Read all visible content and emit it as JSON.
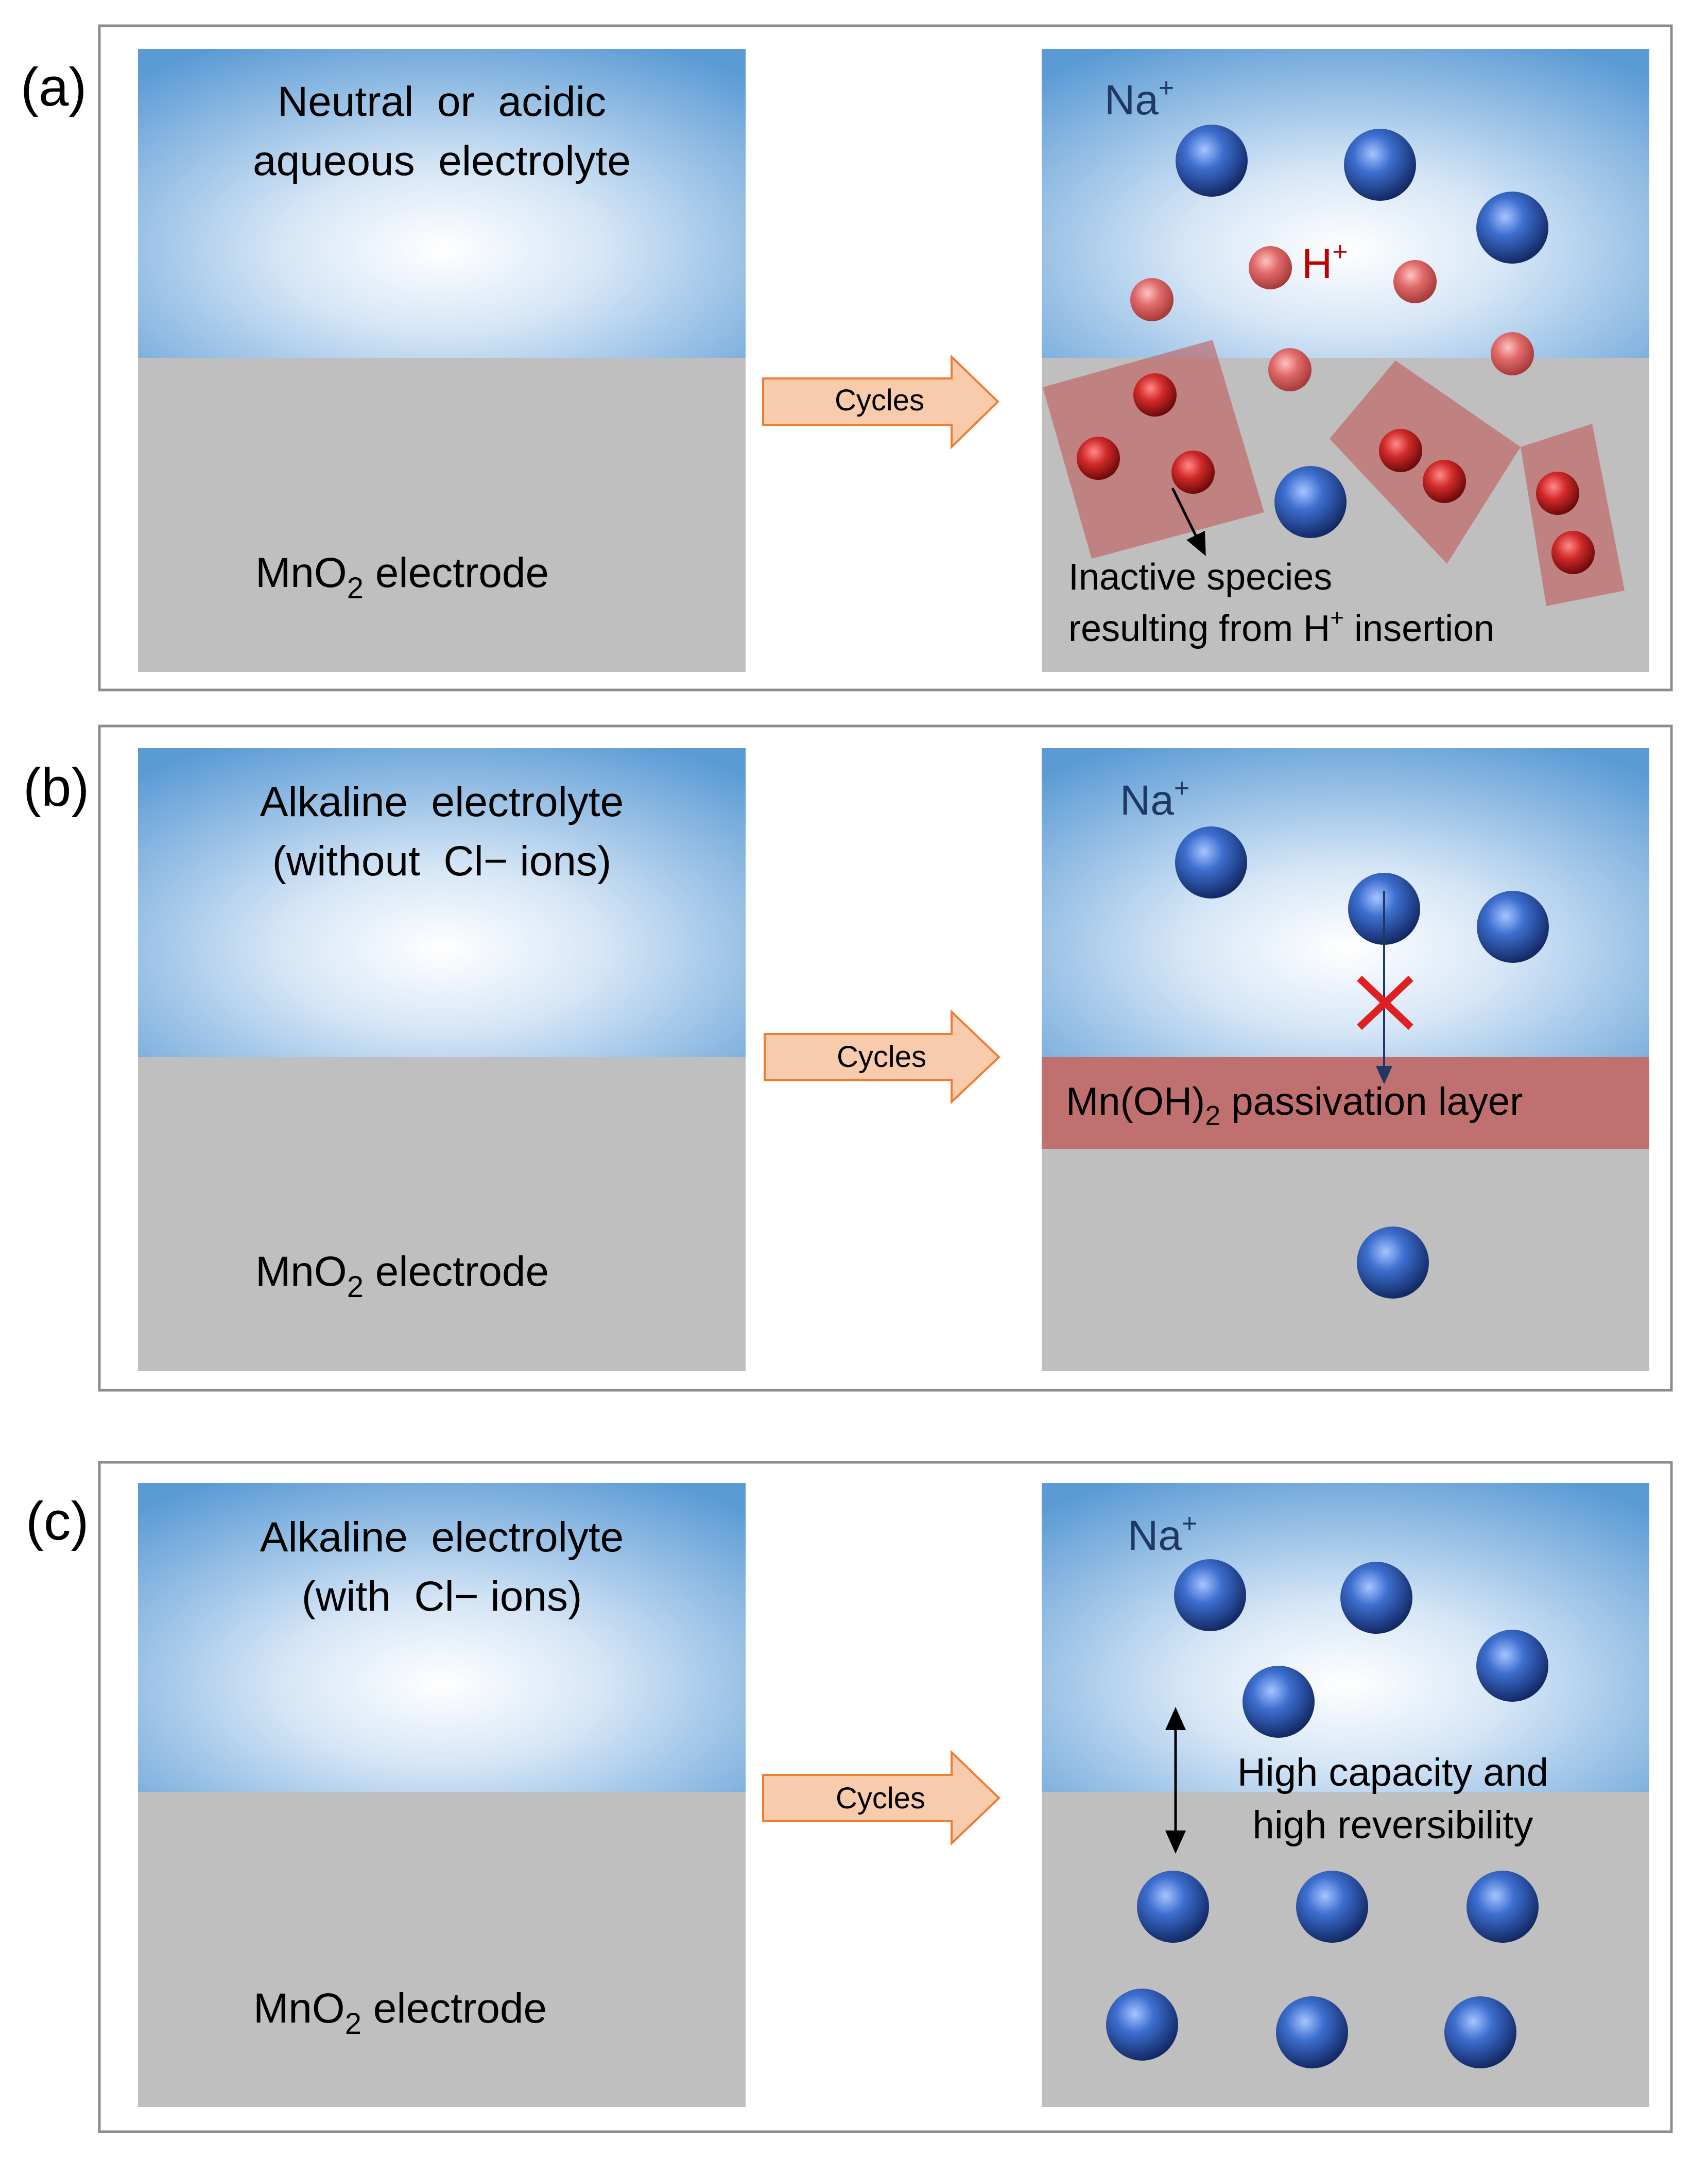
{
  "panels": [
    {
      "letter": "(a)",
      "left_top": [
        "Neutral  or  acidic",
        "aqueous  electrolyte"
      ],
      "left_bottom": {
        "main": "MnO",
        "sub": "2",
        "rest": " electrode"
      },
      "arrow_label": "Cycles",
      "na_label": {
        "main": "Na",
        "sup": "+"
      },
      "h_label": {
        "main": "H",
        "sup": "+"
      },
      "annotation": {
        "line1": "Inactive species",
        "line2_pre": "resulting from H",
        "line2_sup": "+",
        "line2_post": " insertion"
      }
    },
    {
      "letter": "(b)",
      "left_top": [
        "Alkaline  electrolyte",
        "(without  Cl− ions)"
      ],
      "left_bottom": {
        "main": "MnO",
        "sub": "2",
        "rest": " electrode"
      },
      "arrow_label": "Cycles",
      "na_label": {
        "main": "Na",
        "sup": "+"
      },
      "layer_label": {
        "pre": "Mn(OH)",
        "sub": "2",
        "post": " passivation layer"
      }
    },
    {
      "letter": "(c)",
      "left_top": [
        "Alkaline  electrolyte",
        "(with  Cl− ions)"
      ],
      "left_bottom": {
        "main": "MnO",
        "sub": "2",
        "rest": " electrode"
      },
      "arrow_label": "Cycles",
      "na_label": {
        "main": "Na",
        "sup": "+"
      },
      "annotation": {
        "line1": "High capacity and",
        "line2": "high reversibility"
      }
    }
  ],
  "colors": {
    "electrolyte_edge": "#5b9bd5",
    "electrolyte_center": "#ffffff",
    "electrode": "#bfbfbf",
    "na_ion": "#2f5bb7",
    "h_ion": "#c0282e",
    "inactive_box": "#c0504d",
    "na_text": "#1f3864",
    "h_text": "#c00000",
    "arrow_fill": "#f8cbad",
    "arrow_stroke": "#ed7d31",
    "cross": "#e02020"
  }
}
